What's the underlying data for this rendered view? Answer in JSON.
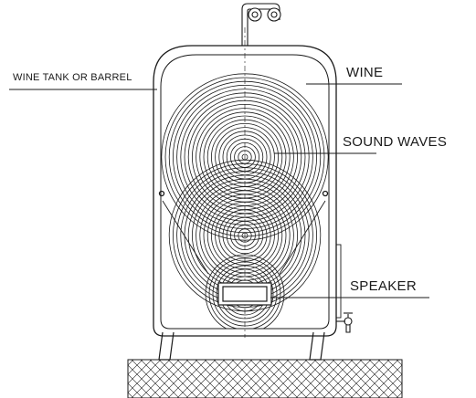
{
  "labels": {
    "tank": "WINE TANK OR BARREL",
    "wine": "WINE",
    "sound_waves": "SOUND WAVES",
    "speaker": "SPEAKER"
  },
  "colors": {
    "line": "#1a1a1a",
    "background": "#ffffff"
  },
  "icons": [
    "inlet-pipe-icon",
    "outlet-valve-icon",
    "speaker-icon"
  ]
}
